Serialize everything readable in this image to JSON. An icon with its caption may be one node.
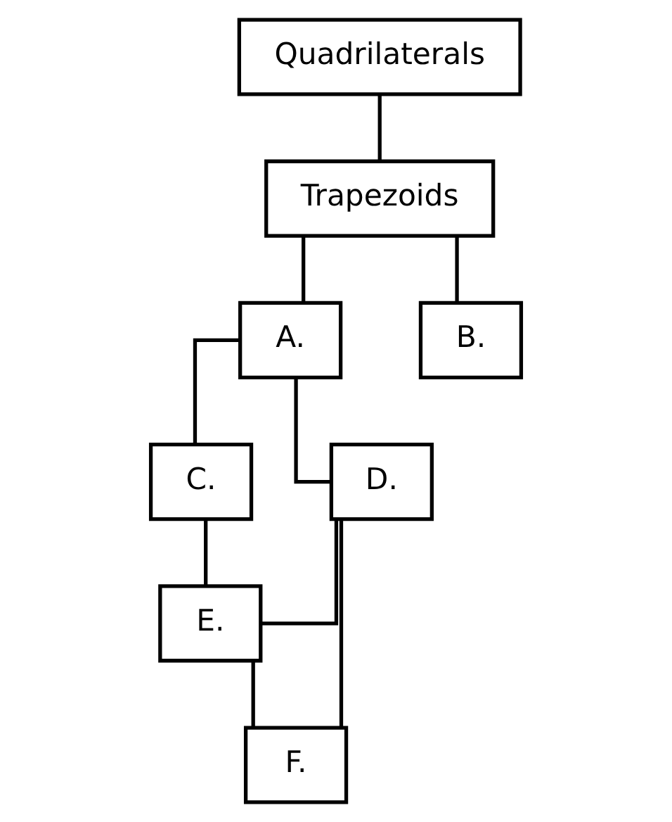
{
  "diagram": {
    "nodes": [
      {
        "text": [
          "Quadrilaterals"
        ]
      },
      {
        "text": [
          "Trapezoids"
        ]
      },
      {
        "text": [
          "A."
        ]
      },
      {
        "text": [
          "B."
        ]
      },
      {
        "text": [
          "C."
        ]
      },
      {
        "text": [
          "D."
        ]
      },
      {
        "text": [
          "E."
        ]
      },
      {
        "text": [
          "F."
        ]
      }
    ],
    "edges": [
      {
        "from": 0,
        "to": 1,
        "arrow": "none"
      },
      {
        "from": 1,
        "to": 2,
        "arrow": "none"
      },
      {
        "from": 1,
        "to": 3,
        "arrow": "none"
      },
      {
        "from": 2,
        "to": 4,
        "arrow": "none"
      },
      {
        "from": 2,
        "to": 5,
        "arrow": "none"
      },
      {
        "from": 4,
        "to": 6,
        "arrow": "none"
      },
      {
        "from": 5,
        "to": 6,
        "arrow": "none"
      },
      {
        "from": 5,
        "to": 7,
        "arrow": "none"
      },
      {
        "from": 6,
        "to": 7,
        "arrow": "none"
      }
    ]
  }
}
